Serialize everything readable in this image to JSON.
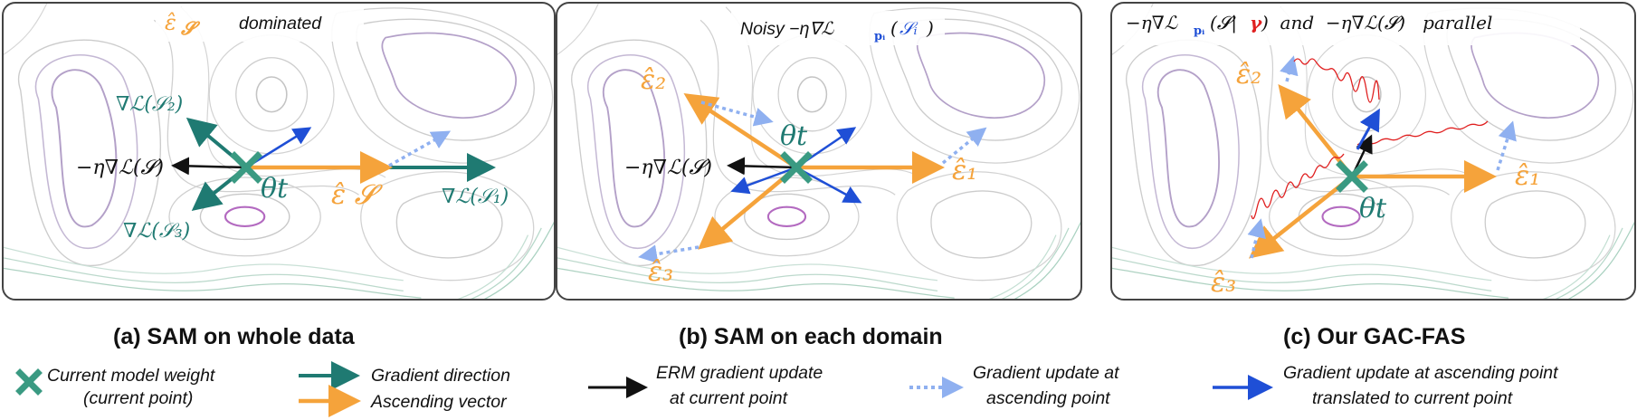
{
  "colors": {
    "teal": "#1f7a72",
    "orange": "#f5a33b",
    "blue": "#1f4fd6",
    "light_blue": "#8fb0f0",
    "black": "#111111",
    "red": "#e02020",
    "panel_border": "#444444"
  },
  "panels": [
    {
      "caption": "(a) SAM on whole data",
      "title_parts": [
        "ε̂",
        "𝓢",
        "dominated"
      ],
      "labels": {
        "grad_s2": "∇ℒ(𝒮₂)",
        "grad_s1": "∇ℒ(𝒮₁)",
        "grad_s3": "∇ℒ(𝒮₃)",
        "erm": "−η∇ℒ(𝓢)",
        "theta": "θt",
        "eps": "ε̂ 𝓢"
      }
    },
    {
      "caption": "(b) SAM on each domain",
      "title_parts": [
        "Noisy −η∇ℒ",
        "𝐩ᵢ",
        "(",
        "𝒮ᵢ",
        ")"
      ],
      "labels": {
        "eps2": "ε̂₂",
        "eps1": "ε̂₁",
        "eps3": "ε̂₃",
        "erm": "−η∇ℒ(𝓢)",
        "theta": "θt"
      }
    },
    {
      "caption": "(c) Our GAC-FAS",
      "title_parts": [
        "−η∇ℒ",
        "𝐩ᵢ",
        "(𝓢|",
        "γ",
        ")  and  −η∇ℒ(𝓢)   parallel"
      ],
      "labels": {
        "eps2": "ε̂₂",
        "eps1": "ε̂₁",
        "eps3": "ε̂₃",
        "theta": "θt"
      }
    }
  ],
  "legend": [
    {
      "icon": "teal-x-marker",
      "lines": [
        "Current model weight",
        "(current point)"
      ]
    },
    {
      "icon": "teal-arrow",
      "lines": [
        "Gradient direction"
      ]
    },
    {
      "icon": "orange-arrow",
      "lines": [
        "Ascending vector"
      ]
    },
    {
      "icon": "black-arrow",
      "lines": [
        "ERM gradient update",
        "at current point"
      ]
    },
    {
      "icon": "dotted-light-blue-arrow",
      "lines": [
        "Gradient update at",
        "ascending point"
      ]
    },
    {
      "icon": "blue-arrow",
      "lines": [
        "Gradient update at ascending point",
        "translated to current point"
      ]
    }
  ]
}
